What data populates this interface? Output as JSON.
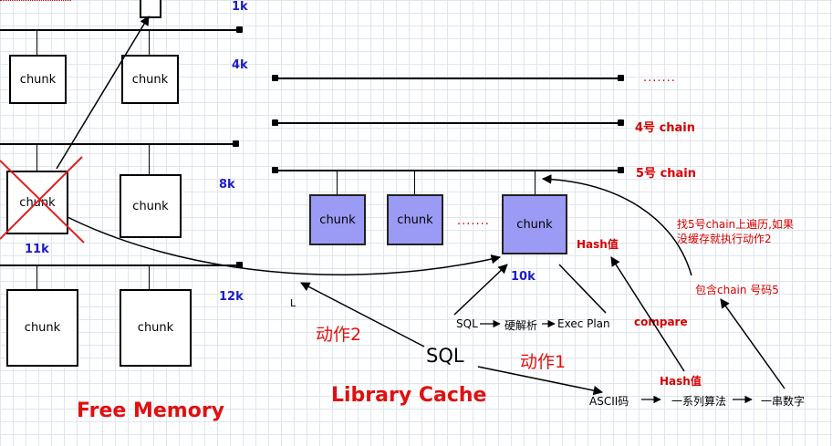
{
  "chunk_label": "chunk",
  "free_memory": {
    "title": "Free Memory",
    "sizes": {
      "s1k": "1k",
      "s4k": "4k",
      "s8k": "8k",
      "s12k": "12k",
      "s11k": "11k"
    }
  },
  "library_cache": {
    "title": "Library Cache",
    "dots": ".......",
    "chain4": "4号 chain",
    "chain5": "5号 chain",
    "size_10k": "10k",
    "chunk_dots": "......."
  },
  "flow": {
    "sql_big": "SQL",
    "sql_small": "SQL",
    "hard_parse": "硬解析",
    "exec_plan": "Exec Plan",
    "ascii": "ASCII码",
    "algorithm": "一系列算法",
    "number": "一串数字",
    "action1": "动作1",
    "action2": "动作2",
    "hash1": "Hash值",
    "hash2": "Hash值",
    "compare": "compare",
    "contains_chain": "包含chain 号码5",
    "find_line1": "找5号chain上遍历,如果",
    "find_line2": "没缓存就执行动作2",
    "letter_l": "L"
  }
}
